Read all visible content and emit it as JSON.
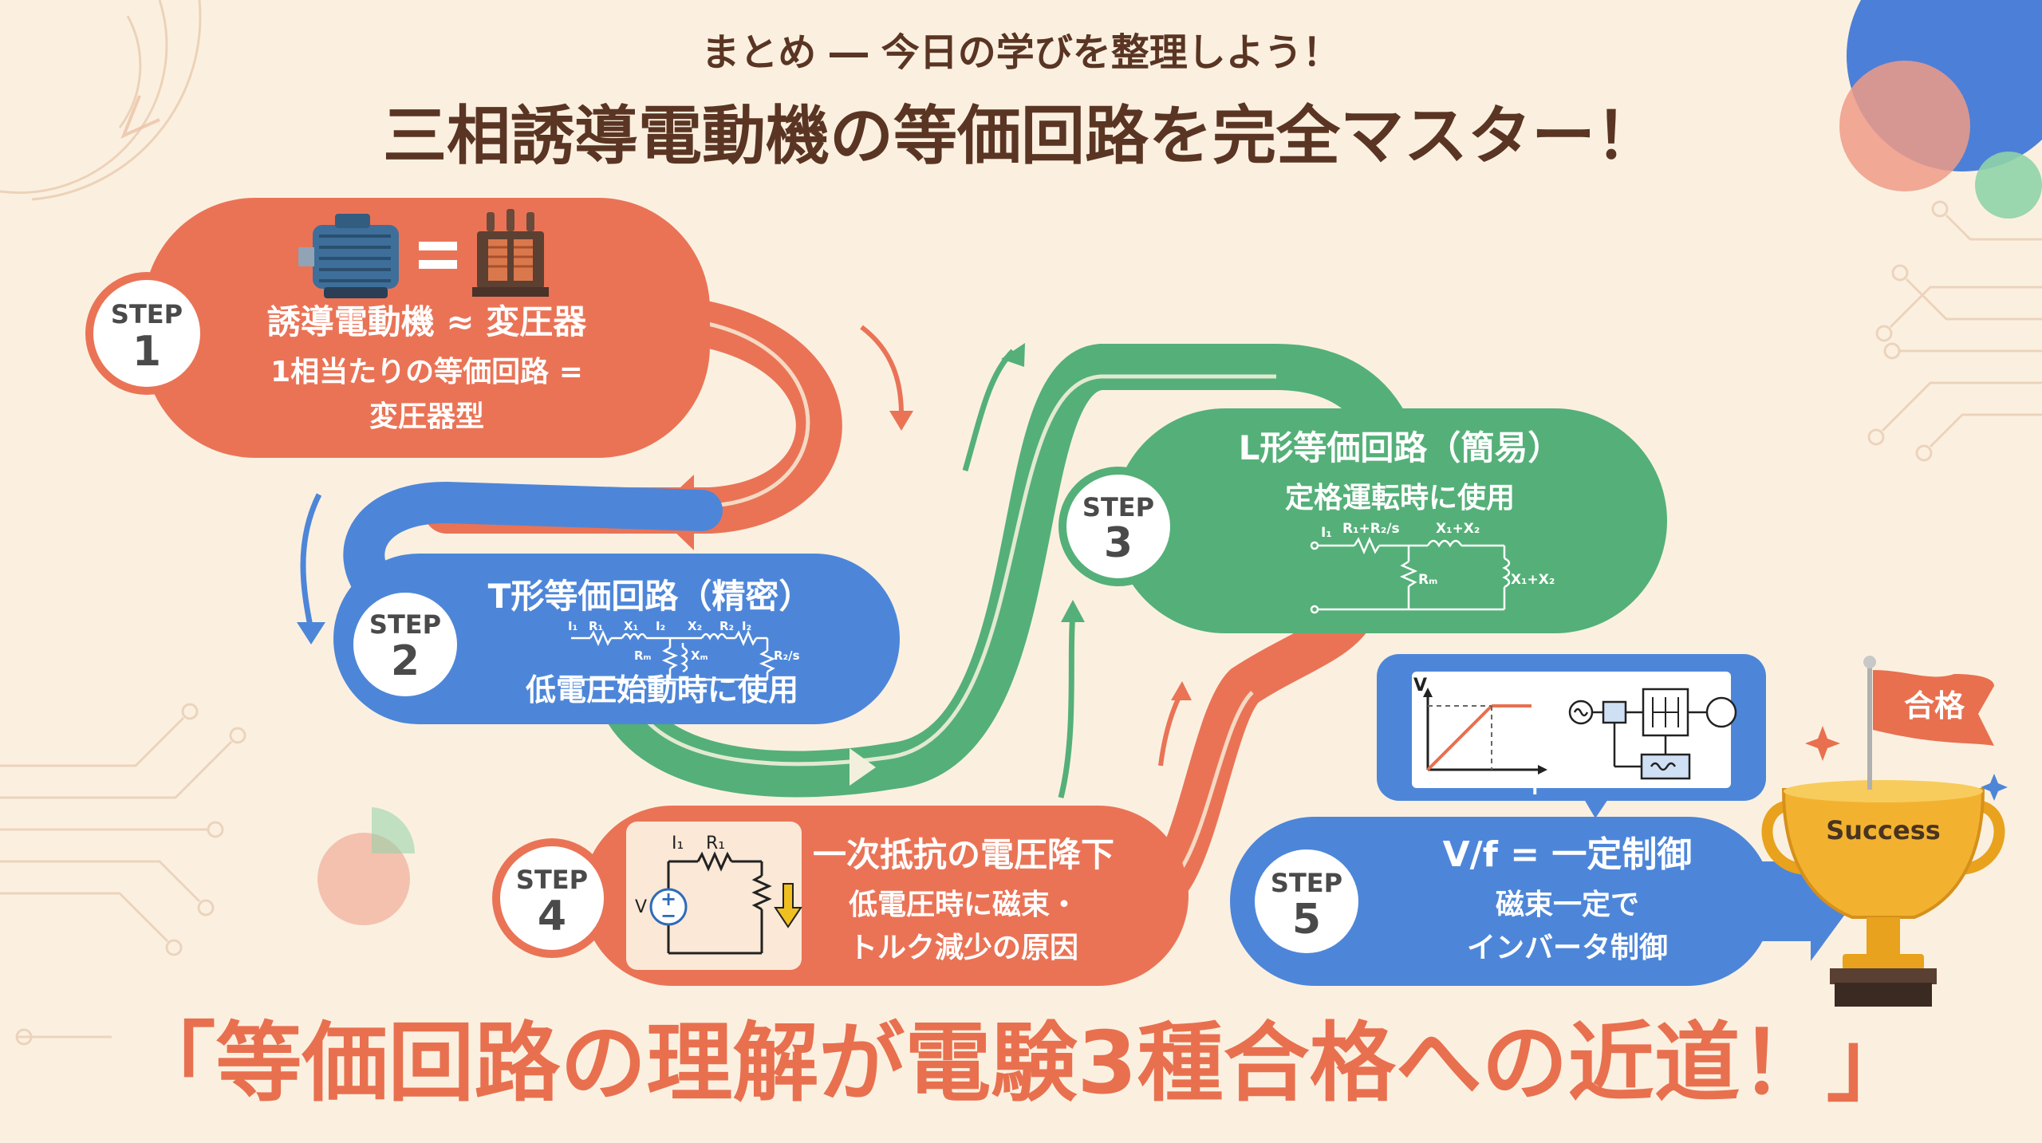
{
  "header": {
    "subtitle": "まとめ ― 今日の学びを整理しよう！",
    "title": "三相誘導電動機の等価回路を完全マスター！"
  },
  "steps": [
    {
      "label": "STEP",
      "number": "1",
      "lines": [
        "誘導電動機 ≈ 変圧器",
        "1相当たりの等価回路 =",
        "変圧器型"
      ]
    },
    {
      "label": "STEP",
      "number": "2",
      "title": "T形等価回路（精密）",
      "lines": [
        "低電圧始動時に使用"
      ],
      "circuit_labels": [
        "I₁",
        "R₁",
        "X₁",
        "I₂",
        "X₂",
        "R₂",
        "I₂",
        "Rₘ",
        "Xₘ",
        "R₂/s"
      ]
    },
    {
      "label": "STEP",
      "number": "3",
      "title": "L形等価回路（簡易）",
      "lines": [
        "定格運転時に使用"
      ],
      "circuit_labels": [
        "I₁",
        "R₁+R₂/s",
        "X₁+X₂",
        "Rₘ",
        "X₁+X₂"
      ]
    },
    {
      "label": "STEP",
      "number": "4",
      "title": "一次抵抗の電圧降下",
      "lines": [
        "低電圧時に磁束・",
        "トルク減少の原因"
      ],
      "circuit_labels": [
        "I₁",
        "R₁",
        "V"
      ]
    },
    {
      "label": "STEP",
      "number": "5",
      "title": "V/f = 一定制御",
      "lines": [
        "磁束一定で",
        "インバータ制御"
      ],
      "graph_labels": [
        "V",
        "f"
      ]
    }
  ],
  "trophy": {
    "flag": "合格",
    "plate": "Success"
  },
  "footer": {
    "quote": "「等価回路の理解が電験3種合格への近道！」"
  },
  "colors": {
    "background": "#fbf0e0",
    "coral": "#ea7356",
    "blue": "#4d86d9",
    "green": "#54b078",
    "title": "#5a3524",
    "footer": "#e8704f",
    "gold": "#f2b230"
  },
  "icons": [
    "motor-icon",
    "equals-icon",
    "transformer-icon",
    "trophy-icon",
    "flag-icon",
    "sparkle-icon"
  ]
}
